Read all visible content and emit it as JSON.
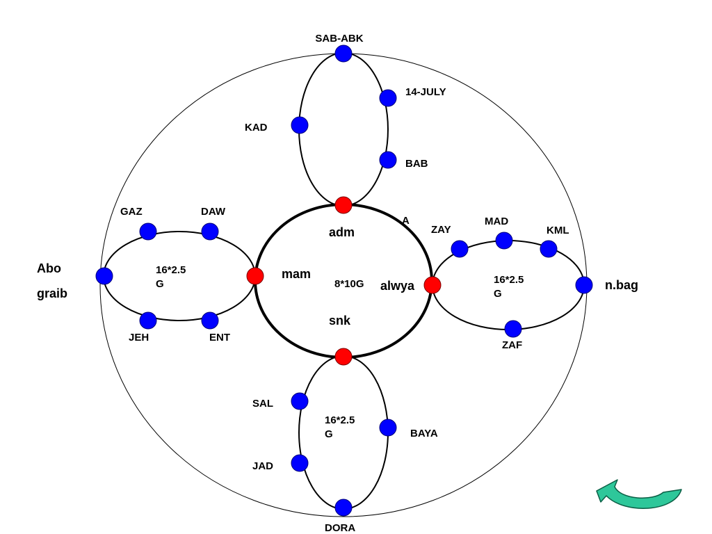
{
  "colors": {
    "site_node": "#0000ff",
    "junction_node": "#ff0000",
    "ring_line": "#000000",
    "return_arrow": "#2ec79a"
  },
  "icons": {
    "return_arrow": "curved-return-arrow-icon"
  },
  "central_ring": {
    "capacity": "8*10G",
    "labels": {
      "top": "adm",
      "left": "mam",
      "right": "alwya",
      "bottom": "snk",
      "fragment": "A"
    }
  },
  "top_ring": {
    "sites": {
      "top": "SAB-ABK",
      "right_upper": "14-JULY",
      "left": "KAD",
      "right_lower": "BAB"
    }
  },
  "left_ring": {
    "capacity_line1": "16*2.5",
    "capacity_line2": "G",
    "sites": {
      "top_left": "GAZ",
      "top_right": "DAW",
      "bottom_left": "JEH",
      "bottom_right": "ENT"
    },
    "outer_site_line1": "Abo",
    "outer_site_line2": "graib"
  },
  "right_ring": {
    "capacity_line1": "16*2.5",
    "capacity_line2": "G",
    "sites": {
      "top_left": "ZAY",
      "top_mid": "MAD",
      "top_right": "KML",
      "bottom": "ZAF"
    },
    "outer_site": "n.bag"
  },
  "bottom_ring": {
    "capacity_line1": "16*2.5",
    "capacity_line2": "G",
    "sites": {
      "left_upper": "SAL",
      "left_lower": "JAD",
      "right": "BAYA",
      "bottom": "DORA"
    }
  }
}
